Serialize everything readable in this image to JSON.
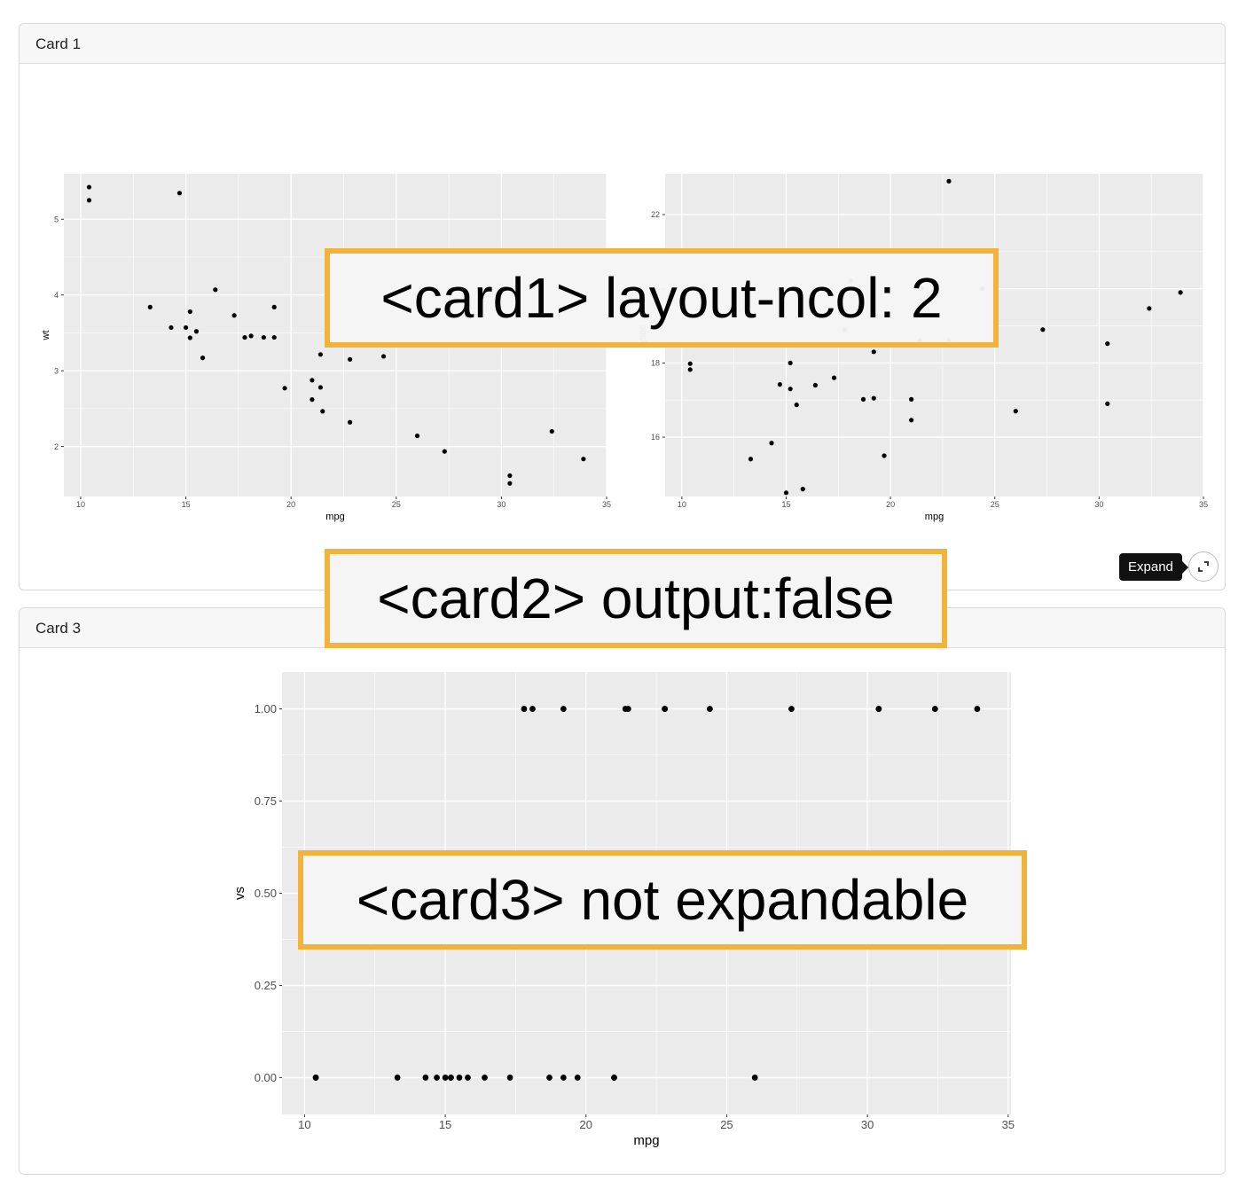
{
  "cards": {
    "card1": {
      "title": "Card 1"
    },
    "card3": {
      "title": "Card 3"
    }
  },
  "expand": {
    "tooltip": "Expand",
    "icon": "expand-corners-icon"
  },
  "annotations": {
    "card1": "<card1> layout-ncol: 2",
    "card2": "<card2> output:false",
    "card3": "<card3> not expandable"
  },
  "colors": {
    "annotation_border": "#f2b33a",
    "panel_bg": "#ebebeb",
    "point": "#000000"
  },
  "chart_data": [
    {
      "type": "scatter",
      "xlabel": "mpg",
      "ylabel": "wt",
      "xlim": [
        9.2,
        35
      ],
      "ylim": [
        1.34,
        5.6
      ],
      "xticks": [
        10,
        15,
        20,
        25,
        30,
        35
      ],
      "yticks": [
        2,
        3,
        4,
        5
      ],
      "points": [
        [
          10.4,
          5.424
        ],
        [
          10.4,
          5.25
        ],
        [
          14.7,
          5.345
        ],
        [
          13.3,
          3.84
        ],
        [
          14.3,
          3.57
        ],
        [
          15.0,
          3.57
        ],
        [
          15.2,
          3.78
        ],
        [
          15.2,
          3.435
        ],
        [
          15.5,
          3.52
        ],
        [
          15.8,
          3.17
        ],
        [
          16.4,
          4.07
        ],
        [
          17.3,
          3.73
        ],
        [
          17.8,
          3.44
        ],
        [
          18.1,
          3.46
        ],
        [
          18.7,
          3.44
        ],
        [
          19.2,
          3.84
        ],
        [
          19.2,
          3.44
        ],
        [
          19.7,
          2.77
        ],
        [
          21.0,
          2.875
        ],
        [
          21.0,
          2.62
        ],
        [
          21.4,
          3.215
        ],
        [
          21.4,
          2.78
        ],
        [
          21.5,
          2.465
        ],
        [
          22.8,
          3.15
        ],
        [
          22.8,
          2.32
        ],
        [
          24.4,
          3.19
        ],
        [
          26.0,
          2.14
        ],
        [
          27.3,
          1.935
        ],
        [
          30.4,
          1.615
        ],
        [
          30.4,
          1.513
        ],
        [
          32.4,
          2.2
        ],
        [
          33.9,
          1.835
        ]
      ]
    },
    {
      "type": "scatter",
      "xlabel": "mpg",
      "ylabel": "qsec",
      "xlim": [
        9.2,
        35
      ],
      "ylim": [
        14.4,
        23.1
      ],
      "xticks": [
        10,
        15,
        20,
        25,
        30,
        35
      ],
      "yticks": [
        16,
        18,
        20,
        22
      ],
      "points": [
        [
          10.4,
          17.98
        ],
        [
          10.4,
          17.82
        ],
        [
          14.7,
          17.42
        ],
        [
          13.3,
          15.41
        ],
        [
          14.3,
          15.84
        ],
        [
          15.0,
          14.5
        ],
        [
          15.2,
          17.3
        ],
        [
          15.2,
          18.0
        ],
        [
          15.5,
          16.87
        ],
        [
          15.8,
          14.6
        ],
        [
          16.4,
          17.4
        ],
        [
          17.3,
          17.6
        ],
        [
          17.8,
          18.9
        ],
        [
          18.1,
          20.22
        ],
        [
          18.7,
          17.02
        ],
        [
          19.2,
          17.05
        ],
        [
          19.2,
          18.3
        ],
        [
          19.7,
          15.5
        ],
        [
          21.0,
          16.46
        ],
        [
          21.0,
          17.02
        ],
        [
          21.4,
          19.44
        ],
        [
          21.4,
          18.61
        ],
        [
          21.5,
          20.01
        ],
        [
          22.8,
          18.61
        ],
        [
          22.8,
          22.9
        ],
        [
          24.4,
          20.0
        ],
        [
          26.0,
          16.7
        ],
        [
          27.3,
          18.9
        ],
        [
          30.4,
          18.52
        ],
        [
          30.4,
          16.9
        ],
        [
          32.4,
          19.47
        ],
        [
          33.9,
          19.9
        ]
      ]
    },
    {
      "type": "scatter",
      "xlabel": "mpg",
      "ylabel": "vs",
      "xlim": [
        9.2,
        35.1
      ],
      "ylim": [
        -0.1,
        1.1
      ],
      "xticks": [
        10,
        15,
        20,
        25,
        30,
        35
      ],
      "yticks": [
        0.0,
        0.25,
        0.5,
        0.75,
        1.0
      ],
      "ytick_labels": [
        "0.00",
        "0.25",
        "0.50",
        "0.75",
        "1.00"
      ],
      "points": [
        [
          10.4,
          0
        ],
        [
          10.4,
          0
        ],
        [
          13.3,
          0
        ],
        [
          14.3,
          0
        ],
        [
          14.7,
          0
        ],
        [
          15.0,
          0
        ],
        [
          15.2,
          0
        ],
        [
          15.2,
          0
        ],
        [
          15.5,
          0
        ],
        [
          15.8,
          0
        ],
        [
          16.4,
          0
        ],
        [
          17.3,
          0
        ],
        [
          18.7,
          0
        ],
        [
          19.2,
          0
        ],
        [
          19.7,
          0
        ],
        [
          21.0,
          0
        ],
        [
          21.0,
          0
        ],
        [
          26.0,
          0
        ],
        [
          17.8,
          1
        ],
        [
          18.1,
          1
        ],
        [
          19.2,
          1
        ],
        [
          21.4,
          1
        ],
        [
          21.5,
          1
        ],
        [
          22.8,
          1
        ],
        [
          22.8,
          1
        ],
        [
          24.4,
          1
        ],
        [
          27.3,
          1
        ],
        [
          30.4,
          1
        ],
        [
          30.4,
          1
        ],
        [
          32.4,
          1
        ],
        [
          33.9,
          1
        ]
      ]
    }
  ]
}
